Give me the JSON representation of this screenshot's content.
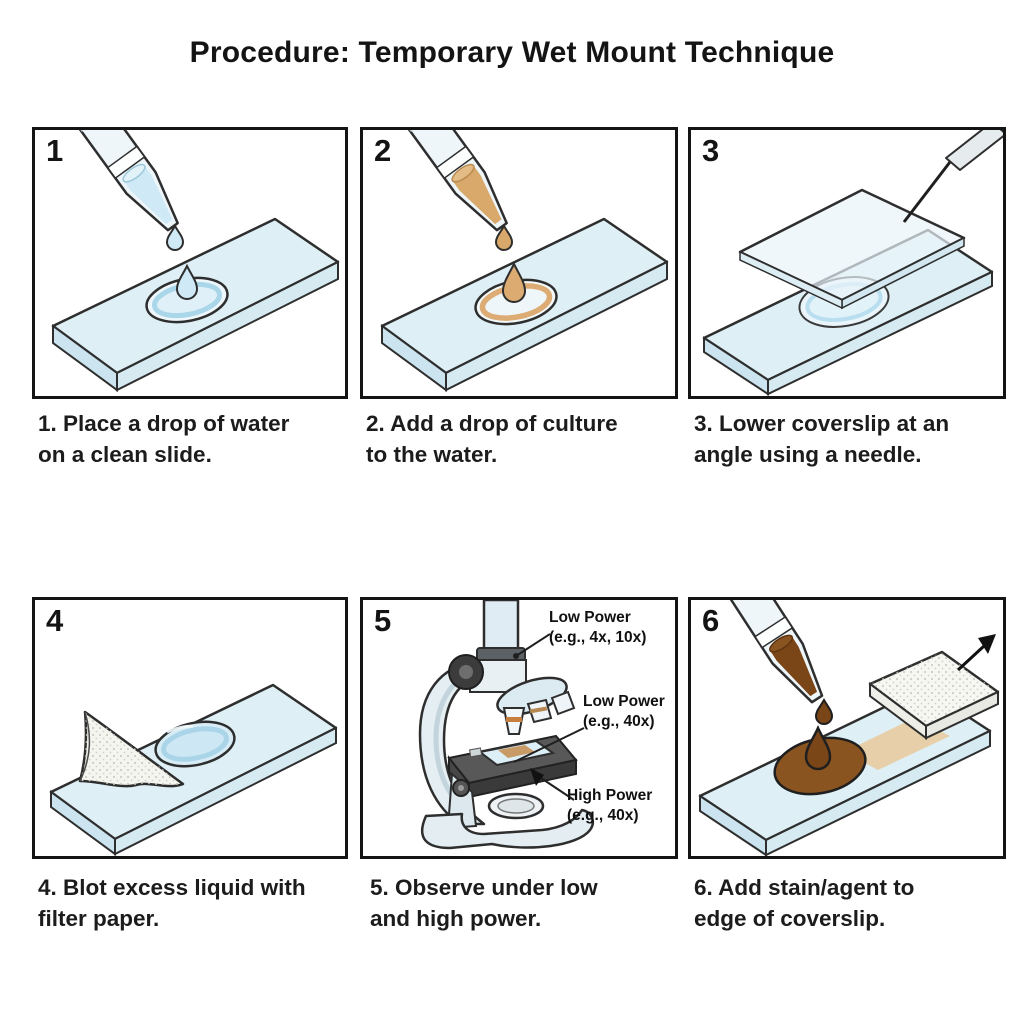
{
  "title": "Procedure: Temporary Wet Mount Technique",
  "panels": [
    {
      "number": "1",
      "caption_line1": "1. Place a drop of water",
      "caption_line2": "on a clean slide."
    },
    {
      "number": "2",
      "caption_line1": "2. Add a drop of culture",
      "caption_line2": "to the water."
    },
    {
      "number": "3",
      "caption_line1": "3. Lower coverslip at an",
      "caption_line2": "angle using a needle."
    },
    {
      "number": "4",
      "caption_line1": "4. Blot excess liquid with",
      "caption_line2": "filter paper."
    },
    {
      "number": "5",
      "caption_line1": "5. Observe under low",
      "caption_line2": "and high power.",
      "labels": [
        {
          "line1": "Low Power",
          "line2": "(e.g., 4x, 10x)"
        },
        {
          "line1": "Low Power",
          "line2": "(e.g., 40x)"
        },
        {
          "line1": "High Power",
          "line2": "(e.g., 40x)"
        }
      ]
    },
    {
      "number": "6",
      "caption_line1": "6. Add stain/agent to",
      "caption_line2": "edge of coverslip."
    }
  ],
  "colors": {
    "background": "#ffffff",
    "panel_border": "#141414",
    "outline": "#2e2e2e",
    "text": "#1c1c1c",
    "slide_fill": "#def0f6",
    "slide_edge": "#cbe4ef",
    "water": "#cfe9f6",
    "water_ring": "#a9d6e8",
    "culture": "#d9a96c",
    "stain": "#8a5420",
    "stain_dark": "#7a4517",
    "filter_paper": "#f5f5f0",
    "microscope_body": "#e4eef3",
    "stage": "#4a4a4a"
  }
}
